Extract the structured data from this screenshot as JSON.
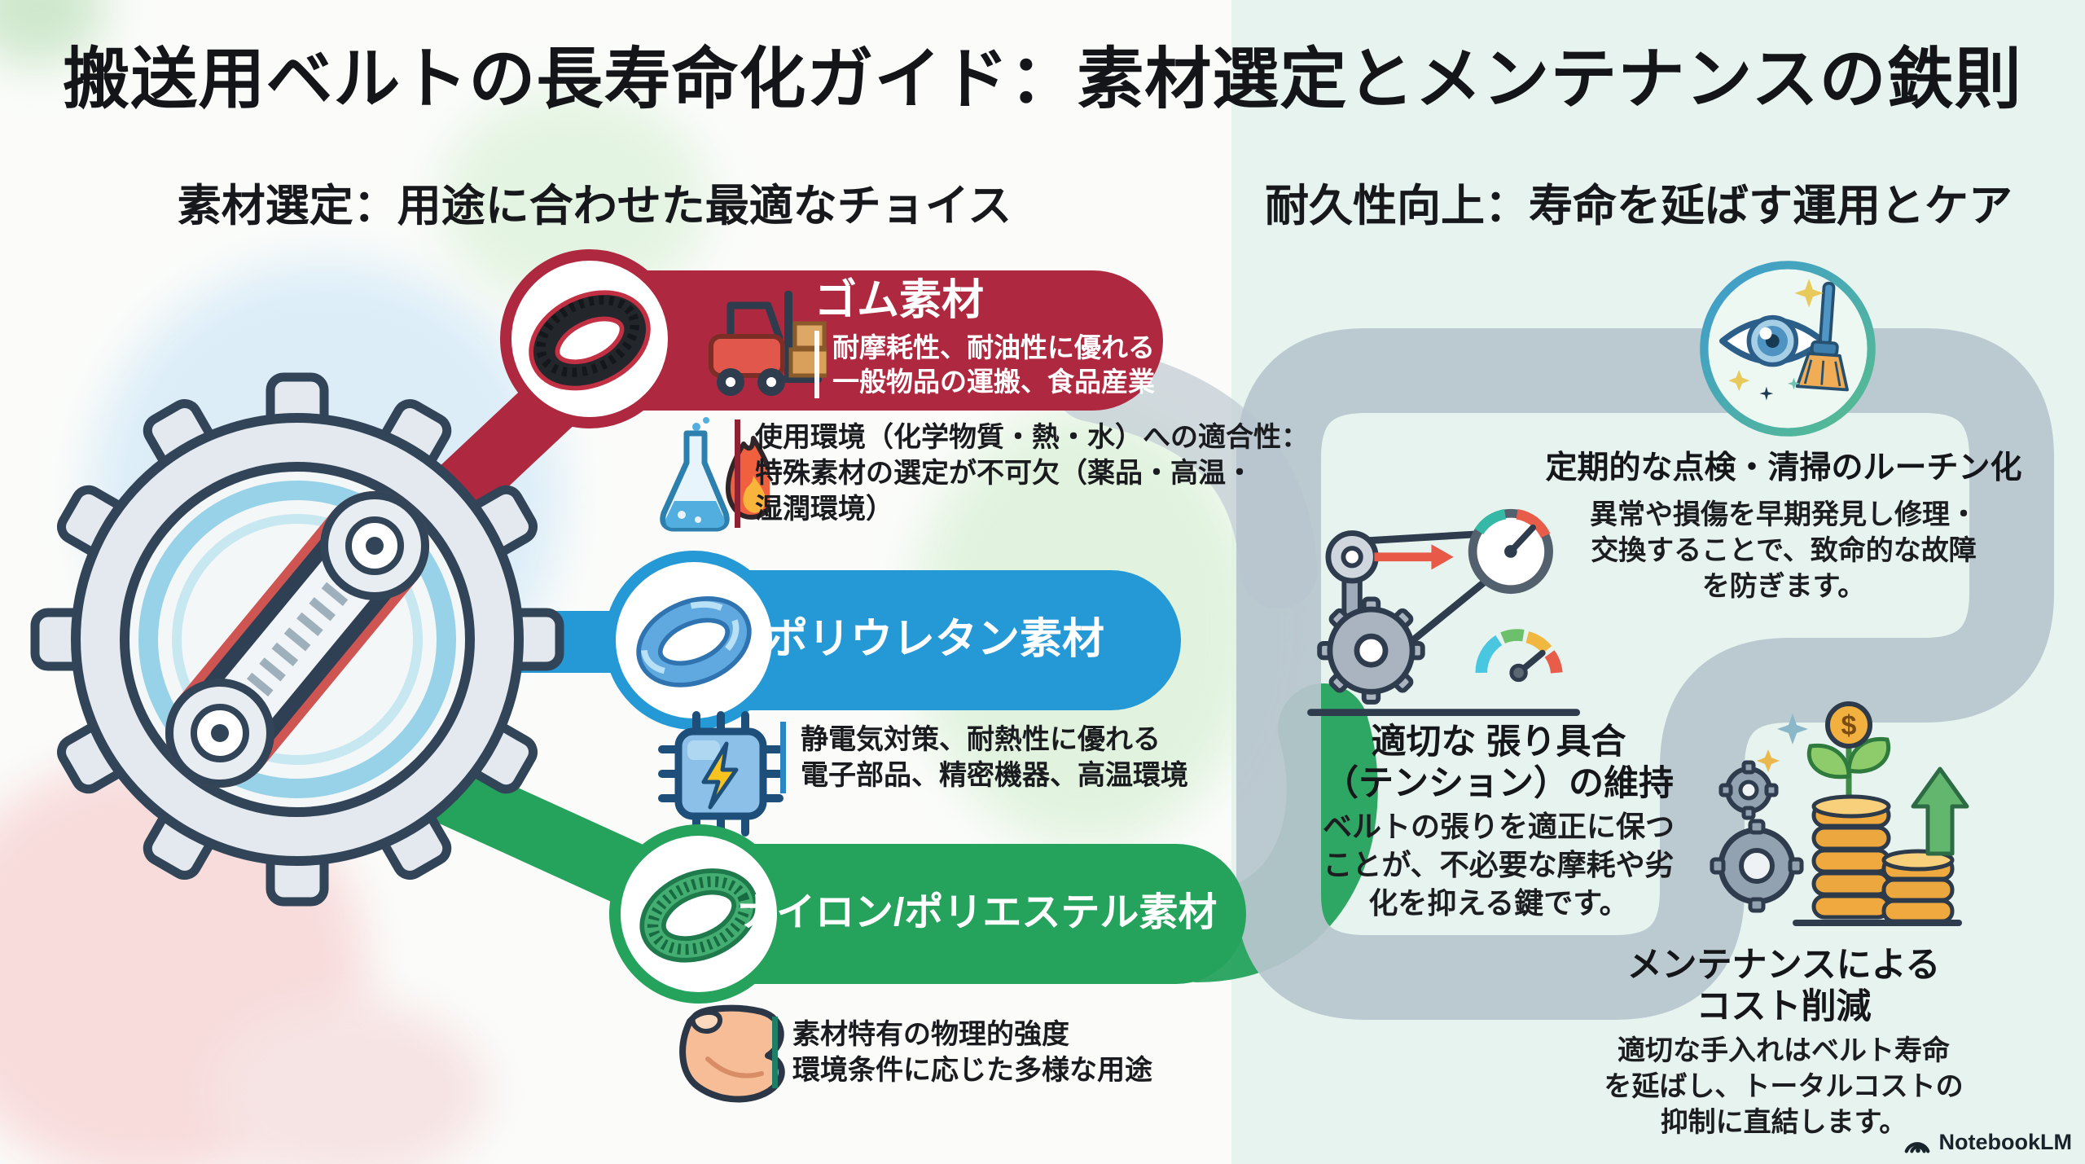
{
  "title": "搬送用ベルトの長寿命化ガイド：素材選定とメンテナンスの鉄則",
  "sections": {
    "left": {
      "header": "素材選定：用途に合わせた最適なチョイス"
    },
    "right": {
      "header": "耐久性向上：寿命を延ばす運用とケア"
    }
  },
  "materials": [
    {
      "label": "ゴム素材",
      "desc_lines": [
        "耐摩耗性、耐油性に優れる",
        "一般物品の運搬、食品産業"
      ],
      "color": "#ae2940"
    },
    {
      "label": "ポリウレタン素材",
      "color": "#2598d6"
    },
    {
      "label": "ナイロン/ポリエステル素材",
      "color": "#25a25c"
    }
  ],
  "usage_notes": [
    {
      "lines": [
        "使用環境（化学物質・熱・水）への適合性：",
        "特殊素材の選定が不可欠（薬品・高温・",
        "湿潤環境）"
      ]
    },
    {
      "lines": [
        "静電気対策、耐熱性に優れる",
        "電子部品、精密機器、高温環境"
      ]
    },
    {
      "lines": [
        "素材特有の物理的強度",
        "環境条件に応じた多様な用途"
      ]
    }
  ],
  "steps": [
    {
      "title_lines": [
        "定期的な点検・清掃のルーチン化"
      ],
      "body_lines": [
        "異常や損傷を早期発見し修理・",
        "交換することで、致命的な故障",
        "を防ぎます。"
      ]
    },
    {
      "title_lines": [
        "適切な 張り具合",
        "（テンション）の維持"
      ],
      "body_lines": [
        "ベルトの張りを適正に保つ",
        "ことが、不必要な摩耗や劣",
        "化を抑える鍵です。"
      ]
    },
    {
      "title_lines": [
        "メンテナンスによる",
        "コスト削減"
      ],
      "body_lines": [
        "適切な手入れはベルト寿命",
        "を延ばし、トータルコストの",
        "抑制に直結します。"
      ]
    }
  ],
  "icons": {
    "dollar_sign": "$",
    "names": [
      "gear-belt-illustration",
      "rubber-belt-icon",
      "forklift-icon",
      "flask-flame-icon",
      "polyurethane-belt-icon",
      "chip-lightning-icon",
      "nylon-belt-icon",
      "muscle-arm-icon",
      "eye-broom-inspection-icon",
      "belt-tension-gauge-icon",
      "coins-plant-savings-icon"
    ]
  },
  "colors": {
    "rubber_red": "#ae2940",
    "polyurethane_blue": "#2598d6",
    "nylon_green": "#25a25c",
    "flow_path_gray": "#b7c5ce",
    "right_panel_mint": "#e7f3ee"
  },
  "footer": {
    "brand": "NotebookLM"
  }
}
